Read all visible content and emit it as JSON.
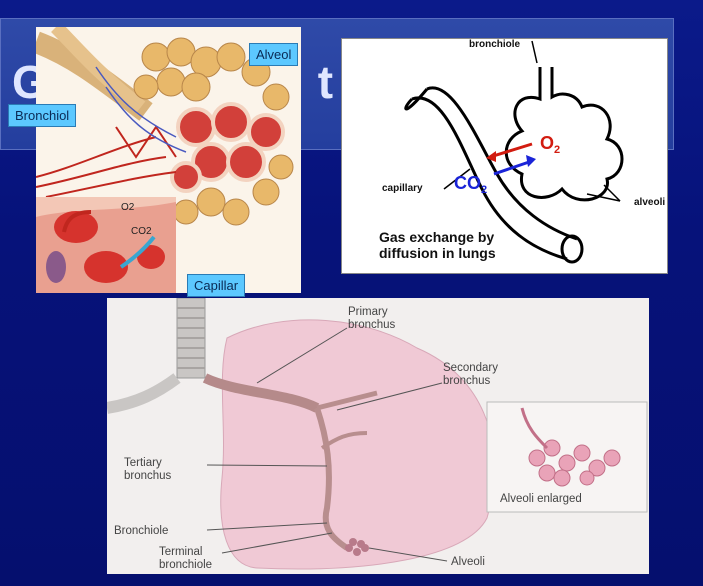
{
  "slide": {
    "title_left": "G",
    "title_right": "t"
  },
  "panel1": {
    "alveol": "Alveol",
    "bronchiol": "Bronchiol",
    "capillar": "Capillar",
    "o2": "O2",
    "co2": "CO2"
  },
  "panel2": {
    "bronchiole": "bronchiole",
    "capillary": "capillary",
    "alveoli": "alveoli",
    "o2": "O",
    "o2_sub": "2",
    "co2": "CO",
    "co2_sub": "2",
    "caption_line1": "Gas exchange by",
    "caption_line2": "diffusion in lungs"
  },
  "panel3": {
    "primary_1": "Primary",
    "primary_2": "bronchus",
    "secondary_1": "Secondary",
    "secondary_2": "bronchus",
    "tertiary_1": "Tertiary",
    "tertiary_2": "bronchus",
    "bronchiole": "Bronchiole",
    "terminal_1": "Terminal",
    "terminal_2": "bronchiole",
    "alveoli": "Alveoli",
    "inset_caption": "Alveoli enlarged"
  },
  "colors": {
    "bg": "#06127a",
    "callout": "#5cc8ff"
  }
}
